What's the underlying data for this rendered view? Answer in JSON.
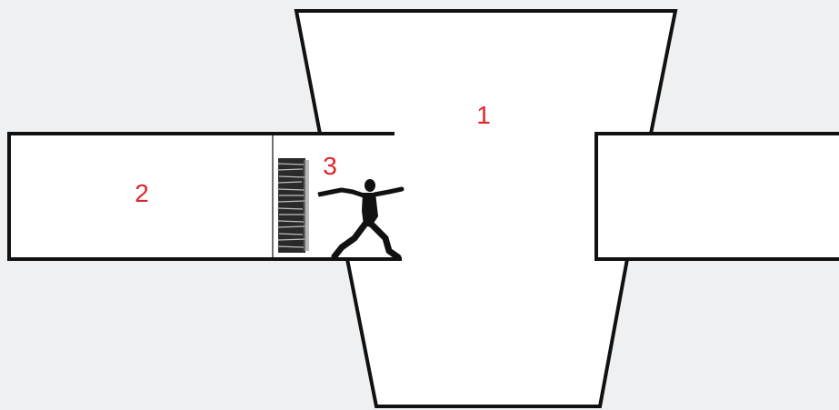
{
  "diagram": {
    "regions": [
      {
        "id": "1",
        "label": "1"
      },
      {
        "id": "2",
        "label": "2"
      },
      {
        "id": "3",
        "label": "3"
      }
    ],
    "colors": {
      "background": "#eef0f2",
      "fill": "#ffffff",
      "stroke": "#111111",
      "label": "#e0242a",
      "figure": "#111111"
    },
    "icons": [
      "book-stack-icon",
      "runner-figure-icon"
    ]
  }
}
